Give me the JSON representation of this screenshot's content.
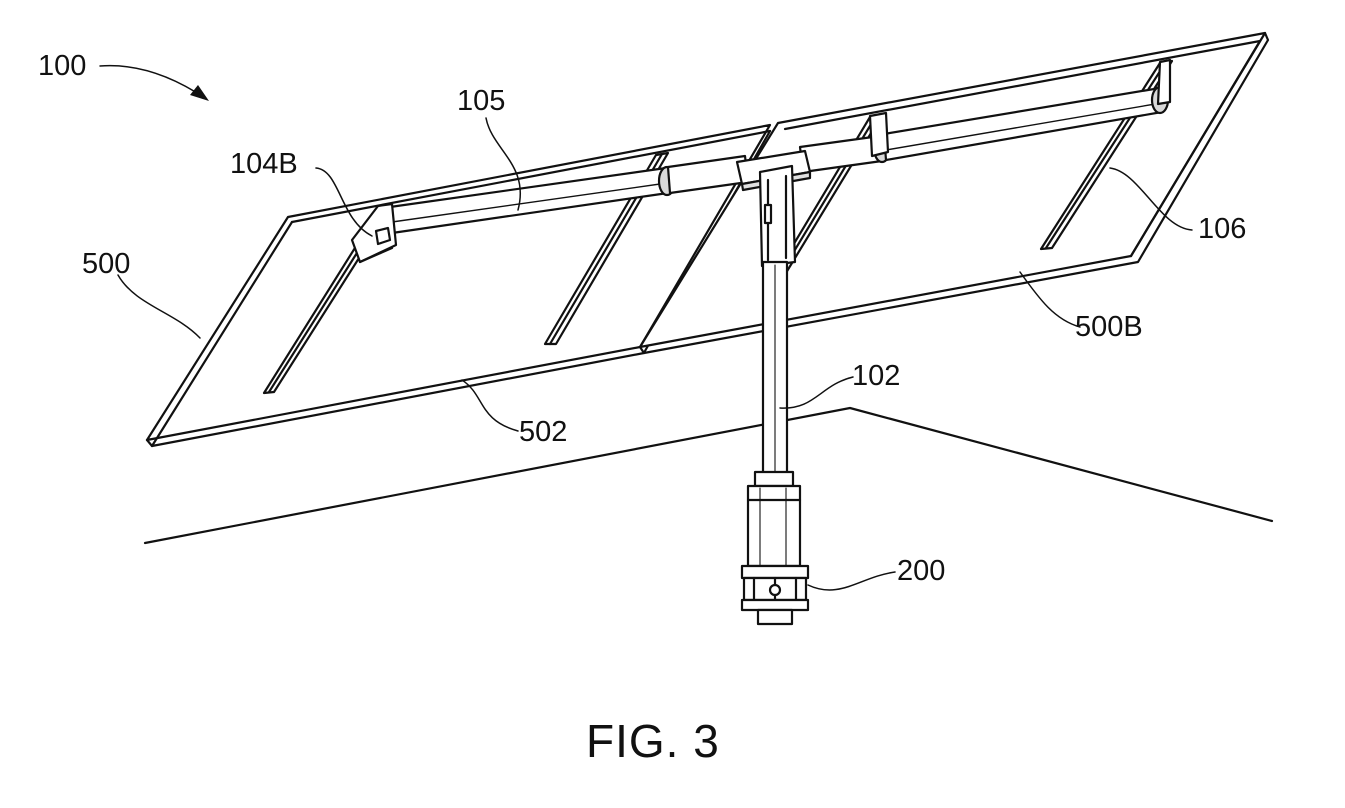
{
  "figure": {
    "caption": "FIG. 3"
  },
  "reference_numerals": {
    "assembly": "100",
    "torque_tube": "105",
    "bracket": "104B",
    "panel": "500",
    "panel_b": "500B",
    "panel_edge": "502",
    "rail": "106",
    "post": "102",
    "mount": "200"
  },
  "colors": {
    "line": "#111111",
    "background": "#ffffff",
    "shade": "#bdbdbd"
  }
}
